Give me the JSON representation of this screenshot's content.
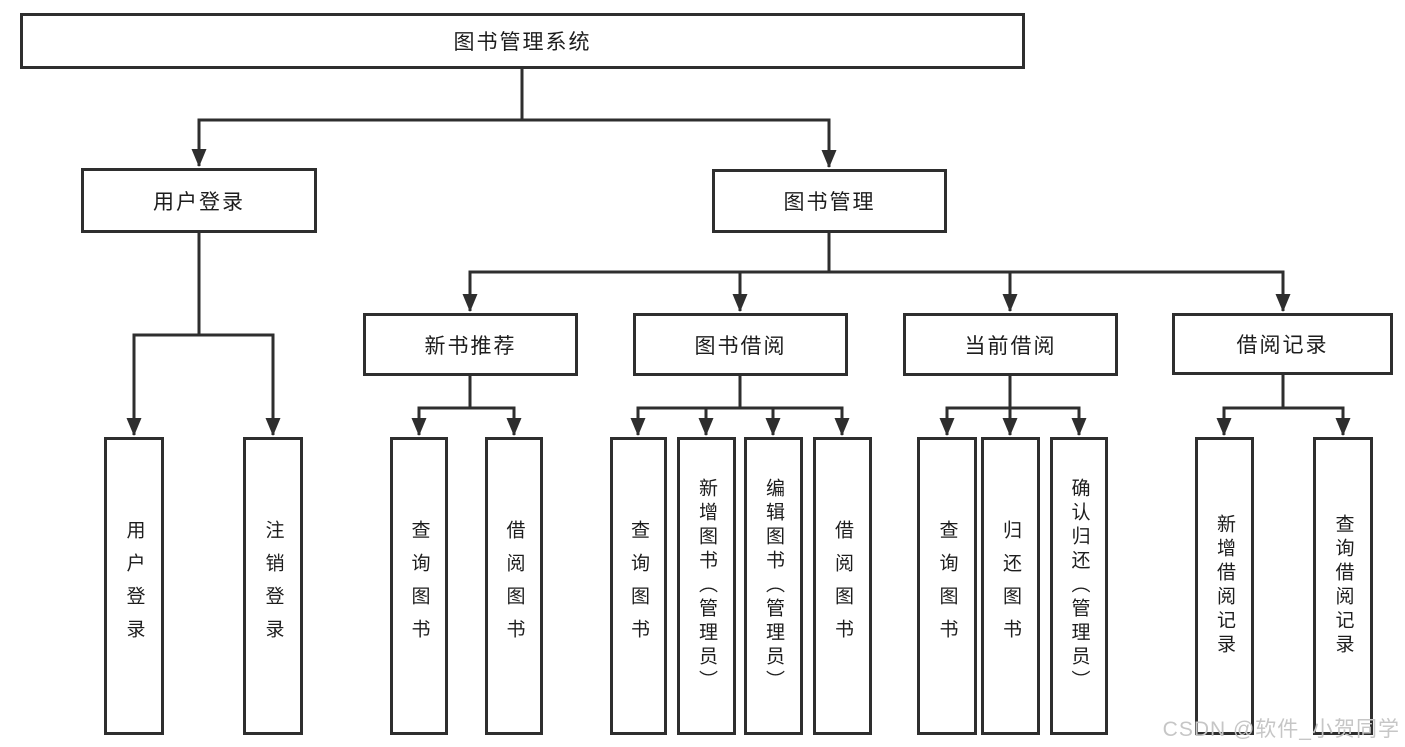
{
  "tree": {
    "root": {
      "label": "图书管理系统"
    },
    "children": [
      {
        "label": "用户登录",
        "children": [
          {
            "label": "用户登录"
          },
          {
            "label": "注销登录"
          }
        ]
      },
      {
        "label": "图书管理",
        "children": [
          {
            "label": "新书推荐",
            "children": [
              {
                "label": "查询图书"
              },
              {
                "label": "借阅图书"
              }
            ]
          },
          {
            "label": "图书借阅",
            "children": [
              {
                "label": "查询图书"
              },
              {
                "label": "新增图书（管理员）"
              },
              {
                "label": "编辑图书（管理员）"
              },
              {
                "label": "借阅图书"
              }
            ]
          },
          {
            "label": "当前借阅",
            "children": [
              {
                "label": "查询图书"
              },
              {
                "label": "归还图书"
              },
              {
                "label": "确认归还（管理员）"
              }
            ]
          },
          {
            "label": "借阅记录",
            "children": [
              {
                "label": "新增借阅记录"
              },
              {
                "label": "查询借阅记录"
              }
            ]
          }
        ]
      }
    ]
  },
  "watermark": {
    "text": "CSDN @软件_小贺同学"
  },
  "colors": {
    "line": "#2e2e2e",
    "box_border": "#2e2e2e",
    "text": "#1d1d1d",
    "watermark": "#c6c6c6"
  }
}
